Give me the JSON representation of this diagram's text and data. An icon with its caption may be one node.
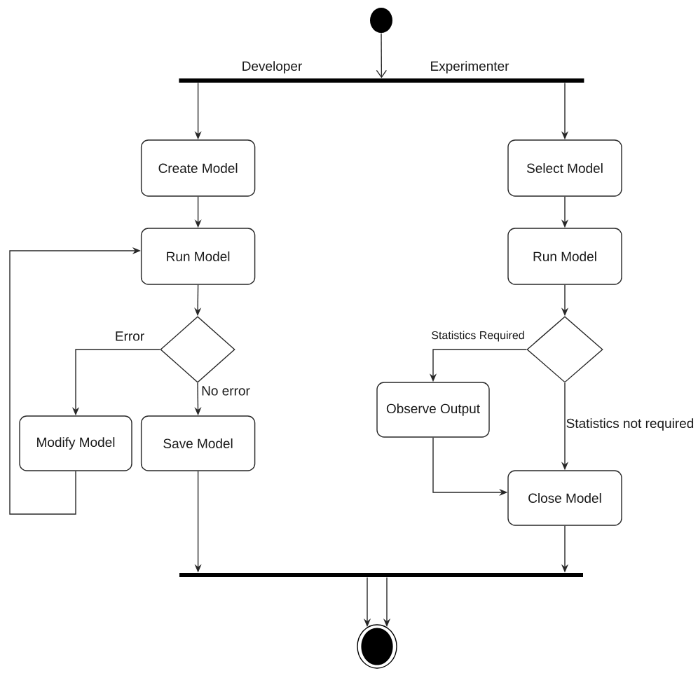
{
  "diagram": {
    "nodes": [
      {
        "text": [],
        "shape": "circle"
      },
      {
        "text": [],
        "shape": "bar"
      },
      {
        "text": [
          "Create Model"
        ]
      },
      {
        "text": [
          "Select Model"
        ]
      },
      {
        "text": [
          "Run Model"
        ]
      },
      {
        "text": [],
        "shape": "diamond"
      },
      {
        "text": [
          "Modify Model"
        ]
      },
      {
        "text": [
          "Save Model"
        ]
      },
      {
        "text": [
          "Run Model"
        ]
      },
      {
        "text": [],
        "shape": "diamond"
      },
      {
        "text": [
          "Observe Output"
        ]
      },
      {
        "text": [
          "Close Model"
        ]
      },
      {
        "text": [],
        "shape": "bar"
      },
      {
        "text": [],
        "shape": "circle"
      }
    ],
    "edges": [
      {
        "from": 0,
        "to": 1,
        "arrow": "to"
      },
      {
        "from": 1,
        "to": 2,
        "arrow": "to"
      },
      {
        "from": 1,
        "to": 3,
        "arrow": "to"
      },
      {
        "from": 2,
        "to": 4,
        "arrow": "to"
      },
      {
        "from": 3,
        "to": 8,
        "arrow": "to"
      },
      {
        "from": 4,
        "to": 5,
        "arrow": "to"
      },
      {
        "from": 5,
        "to": 6,
        "arrow": "to",
        "label": "Error"
      },
      {
        "from": 5,
        "to": 7,
        "arrow": "to",
        "label": "No error"
      },
      {
        "from": 6,
        "to": 4,
        "arrow": "to"
      },
      {
        "from": 7,
        "to": 12,
        "arrow": "to"
      },
      {
        "from": 8,
        "to": 9,
        "arrow": "to"
      },
      {
        "from": 9,
        "to": 10,
        "arrow": "to",
        "label": "Statistics Required"
      },
      {
        "from": 9,
        "to": 11,
        "arrow": "to",
        "label": "Statistics not required"
      },
      {
        "from": 10,
        "to": 11,
        "arrow": "to"
      },
      {
        "from": 11,
        "to": 12,
        "arrow": "to"
      },
      {
        "from": 12,
        "to": 13,
        "arrow": "to"
      },
      {
        "from": 12,
        "to": 13,
        "arrow": "to"
      }
    ],
    "labels": [
      "Developer",
      "Experimenter"
    ]
  }
}
